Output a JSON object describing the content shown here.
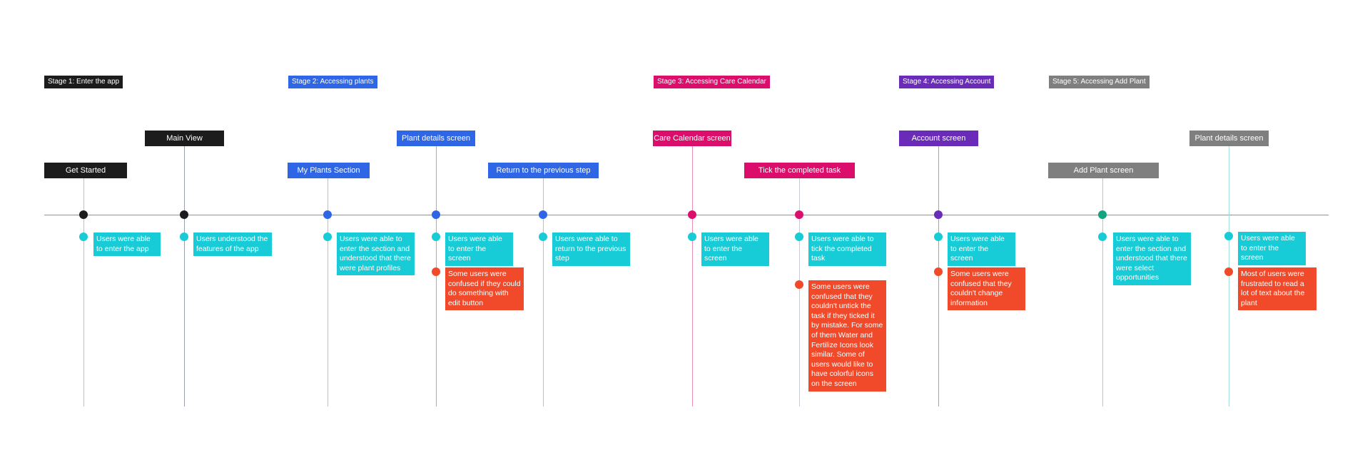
{
  "colors": {
    "black": "#1c1c1c",
    "blue": "#2e66e6",
    "magenta": "#db0f6b",
    "purple": "#6a2bb8",
    "gray": "#7f7f7f",
    "green": "#12a37f",
    "teal": "#17ccd6",
    "red": "#f04a2a"
  },
  "stages": [
    {
      "label": "Stage 1: Enter the app",
      "color": "#1c1c1c"
    },
    {
      "label": "Stage 2: Accessing plants",
      "color": "#2e66e6"
    },
    {
      "label": "Stage 3: Accessing Care Calendar",
      "color": "#db0f6b"
    },
    {
      "label": "Stage 4: Accessing Account",
      "color": "#6a2bb8"
    },
    {
      "label": "Stage 5: Accessing Add Plant",
      "color": "#7f7f7f"
    }
  ],
  "steps": [
    {
      "label": "Get Started",
      "color": "#1c1c1c",
      "dot": "#1c1c1c",
      "line": "#b9c2d3",
      "notes": [
        {
          "type": "teal",
          "text": "Users were able to enter the app"
        }
      ]
    },
    {
      "label": "Main View",
      "color": "#1c1c1c",
      "dot": "#1c1c1c",
      "line": "#9aa1ae",
      "notes": [
        {
          "type": "teal",
          "text": "Users understood the features of the app"
        }
      ]
    },
    {
      "label": "My Plants Section",
      "color": "#2e66e6",
      "dot": "#2e66e6",
      "line": "#a8c2f2",
      "notes": [
        {
          "type": "teal",
          "text": "Users were able to enter the section and understood that there were plant profiles"
        }
      ]
    },
    {
      "label": "Plant details screen",
      "color": "#2e66e6",
      "dot": "#2e66e6",
      "line": "#8fb0ee",
      "notes": [
        {
          "type": "teal",
          "text": "Users were able to enter the screen"
        },
        {
          "type": "red",
          "text": "Some users were confused if they could do something with edit button"
        }
      ]
    },
    {
      "label": "Return to the previous step",
      "color": "#2e66e6",
      "dot": "#2e66e6",
      "line": "#b9c2d3",
      "notes": [
        {
          "type": "teal",
          "text": "Users were able to return to the previous step"
        }
      ]
    },
    {
      "label": "Care Calendar screen",
      "color": "#db0f6b",
      "dot": "#db0f6b",
      "line": "#ec8fb6",
      "notes": [
        {
          "type": "teal",
          "text": "Users were able to enter the screen"
        }
      ]
    },
    {
      "label": "Tick the completed task",
      "color": "#db0f6b",
      "dot": "#db0f6b",
      "line": "#c7cbd4",
      "notes": [
        {
          "type": "teal",
          "text": "Users were able to tick the completed task"
        },
        {
          "type": "red",
          "text": "Some users were confused that they couldn't untick the task if they ticked it by mistake. For some of them Water and Fertilize Icons look similar. Some of users would like to have colorful icons on the screen"
        }
      ]
    },
    {
      "label": "Account screen",
      "color": "#6a2bb8",
      "dot": "#6a2bb8",
      "line": "#9d9ad9",
      "notes": [
        {
          "type": "teal",
          "text": "Users were able to enter the screen"
        },
        {
          "type": "red",
          "text": "Some users were confused that they couldn't change information"
        }
      ]
    },
    {
      "label": "Add Plant screen",
      "color": "#7f7f7f",
      "dot": "#12a37f",
      "line": "#9fd6c9",
      "notes": [
        {
          "type": "teal",
          "text": "Users were able to enter the section and understood that there were select opportunities"
        }
      ]
    },
    {
      "label": "Plant details screen",
      "color": "#7f7f7f",
      "dot": null,
      "line": "#a7dfe0",
      "notes": [
        {
          "type": "teal",
          "text": "Users were able to enter the screen"
        },
        {
          "type": "red",
          "text": "Most of users were frustrated to read a lot of text about the plant"
        }
      ]
    }
  ]
}
